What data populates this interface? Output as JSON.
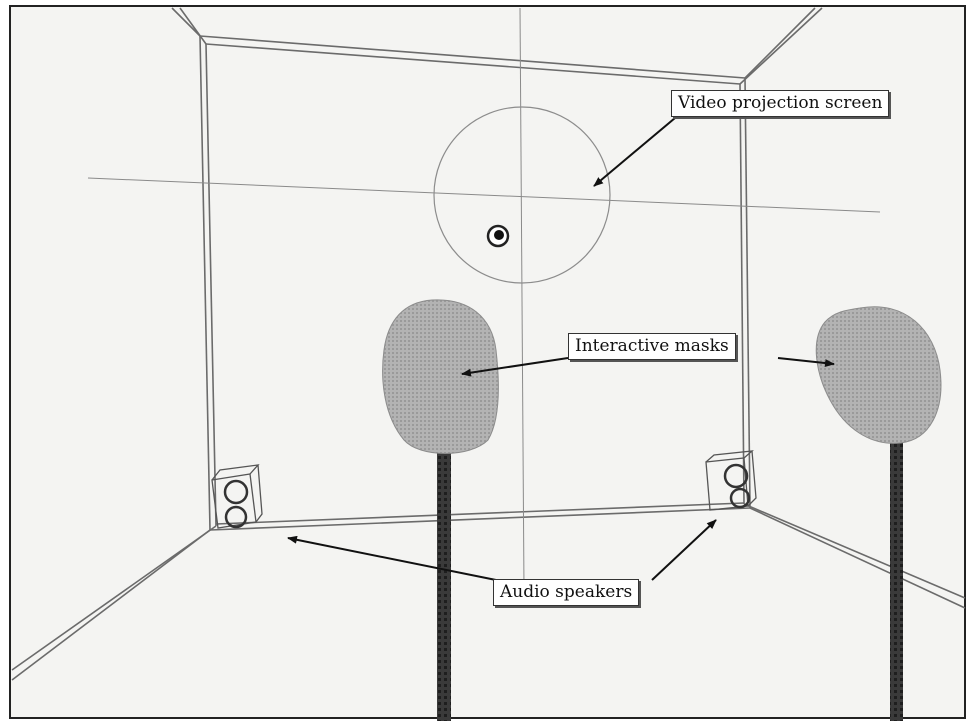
{
  "labels": {
    "video_screen": "Video projection screen",
    "masks": "Interactive masks",
    "speakers": "Audio speakers"
  },
  "colors": {
    "paper": "#f4f4f2",
    "line": "#6b6b6b",
    "mask": "#a9a9a9",
    "pole": "#2e2e2e",
    "arrow": "#111111"
  }
}
